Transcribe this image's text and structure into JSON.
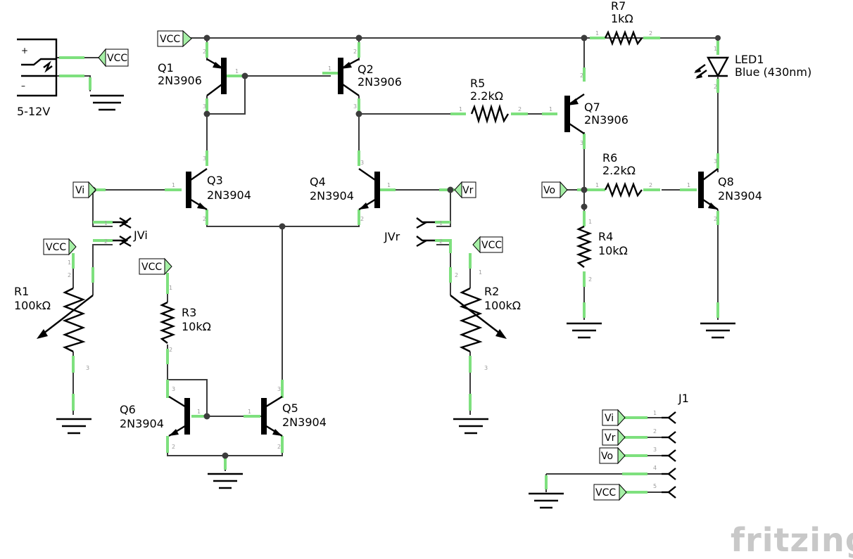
{
  "supply": {
    "label": "5-12V",
    "plus": "+",
    "minus": "–"
  },
  "net_labels": {
    "vcc": "VCC",
    "vi": "Vi",
    "vr": "Vr",
    "vo": "Vo"
  },
  "components": {
    "q1": {
      "ref": "Q1",
      "part": "2N3906"
    },
    "q2": {
      "ref": "Q2",
      "part": "2N3906"
    },
    "q3": {
      "ref": "Q3",
      "part": "2N3904"
    },
    "q4": {
      "ref": "Q4",
      "part": "2N3904"
    },
    "q5": {
      "ref": "Q5",
      "part": "2N3904"
    },
    "q6": {
      "ref": "Q6",
      "part": "2N3904"
    },
    "q7": {
      "ref": "Q7",
      "part": "2N3906"
    },
    "q8": {
      "ref": "Q8",
      "part": "2N3904"
    },
    "r1": {
      "ref": "R1",
      "value": "100kΩ"
    },
    "r2": {
      "ref": "R2",
      "value": "100kΩ"
    },
    "r3": {
      "ref": "R3",
      "value": "10kΩ"
    },
    "r4": {
      "ref": "R4",
      "value": "10kΩ"
    },
    "r5": {
      "ref": "R5",
      "value": "2.2kΩ"
    },
    "r6": {
      "ref": "R6",
      "value": "2.2kΩ"
    },
    "r7": {
      "ref": "R7",
      "value": "1kΩ"
    },
    "led1": {
      "ref": "LED1",
      "value": "Blue (430nm)"
    },
    "jvi": {
      "ref": "JVi"
    },
    "jvr": {
      "ref": "JVr"
    },
    "j1": {
      "ref": "J1"
    }
  },
  "pins": {
    "p1": "1",
    "p2": "2",
    "p3": "3",
    "p4": "4",
    "p5": "5"
  },
  "branding": {
    "logo": "fritzing"
  }
}
